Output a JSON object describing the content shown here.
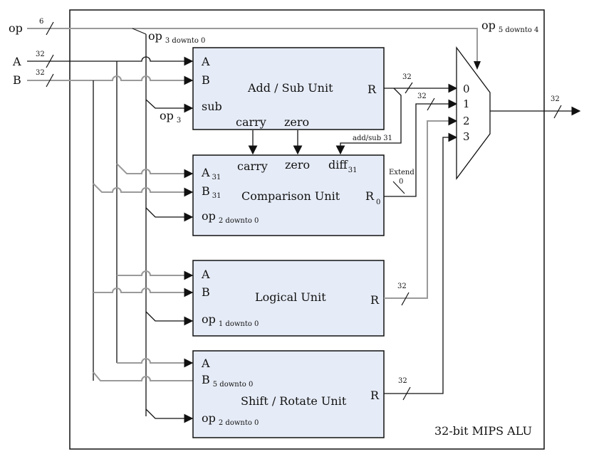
{
  "diagram": {
    "title": "32-bit MIPS ALU",
    "inputs": {
      "op": {
        "label": "op",
        "width": "6"
      },
      "a": {
        "label": "A",
        "width": "32"
      },
      "b": {
        "label": "B",
        "width": "32"
      }
    },
    "taps": {
      "op_3_downto_0": {
        "base": "op",
        "sub": "3 downto 0"
      },
      "op_5_downto_4": {
        "base": "op",
        "sub": "5 downto 4"
      },
      "op_3": {
        "base": "op",
        "sub": "3"
      }
    },
    "units": {
      "addsub": {
        "name": "Add / Sub Unit",
        "ports": {
          "a": "A",
          "b": "B",
          "sub": "sub",
          "r": "R",
          "carry": "carry",
          "zero": "zero"
        }
      },
      "comparison": {
        "name": "Comparison Unit",
        "ports": {
          "a": "A",
          "a_sub": "31",
          "b": "B",
          "b_sub": "31",
          "op": "op",
          "op_sub": "2 downto 0",
          "carry": "carry",
          "zero": "zero",
          "diff": "diff",
          "diff_sub": "31",
          "r": "R",
          "r_sub": "0"
        }
      },
      "logical": {
        "name": "Logical Unit",
        "ports": {
          "a": "A",
          "b": "B",
          "op": "op",
          "op_sub": "1 downto 0",
          "r": "R"
        }
      },
      "shift": {
        "name": "Shift / Rotate Unit",
        "ports": {
          "a": "A",
          "b": "B",
          "b_sub": "5 downto 0",
          "op": "op",
          "op_sub": "2 downto 0",
          "r": "R"
        }
      }
    },
    "wires": {
      "addsub_msb": "add/sub 31",
      "extend_label": "Extend",
      "extend_value": "0",
      "bus_width_addsub": "32",
      "bus_width_cmp": "32",
      "bus_width_logical": "32",
      "bus_width_shift": "32",
      "bus_width_out": "32"
    },
    "mux": {
      "inputs": [
        "0",
        "1",
        "2",
        "3"
      ]
    }
  }
}
